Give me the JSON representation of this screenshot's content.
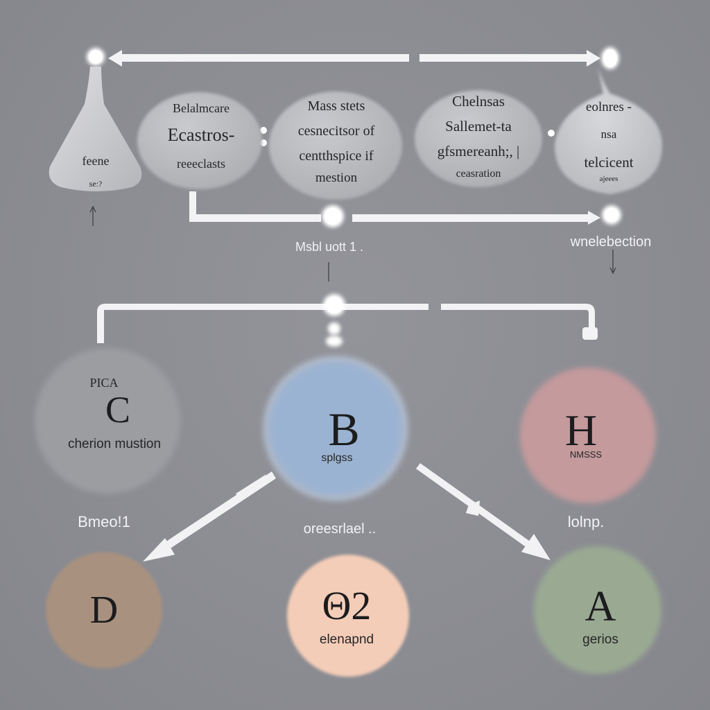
{
  "top_nodes": [
    {
      "id": "flask",
      "lines": [
        "feene",
        "se:?"
      ]
    },
    {
      "id": "node-1",
      "lines": [
        "Belalmcare",
        "Ecastros-",
        "reeeclasts"
      ]
    },
    {
      "id": "node-2",
      "lines": [
        "Mass stets",
        "cesnecitsor of",
        "centthspice if",
        "mestion"
      ]
    },
    {
      "id": "node-3",
      "lines": [
        "Chelnsas",
        "Sallemet-ta",
        "gfsmereanh;, |",
        "ceasration"
      ]
    },
    {
      "id": "node-4",
      "lines": [
        "eolnres -",
        "nsa",
        "telcicent",
        "ajeees"
      ]
    }
  ],
  "annotations": [
    {
      "id": "mid-label",
      "text": "Msbl uott 1 ."
    },
    {
      "id": "right-label",
      "text": "wnelebection"
    },
    {
      "id": "left-bottom-label",
      "text": "Bmeo!1"
    },
    {
      "id": "center-bottom-label",
      "text": "oreesrlael .."
    },
    {
      "id": "right-bottom-label",
      "text": "lolnp."
    }
  ],
  "circles": [
    {
      "id": "c",
      "top_label": "PICA",
      "letter": "C",
      "caption": "cherion mustion",
      "color": "#9b9da1"
    },
    {
      "id": "b",
      "top_label": "",
      "letter": "B",
      "caption": "splgss",
      "color": "#9bb3d2"
    },
    {
      "id": "h",
      "top_label": "",
      "letter": "H",
      "caption": "NMSSS",
      "color": "#c49a9c"
    },
    {
      "id": "d",
      "top_label": "",
      "letter": "D",
      "caption": "",
      "color": "#a8917f"
    },
    {
      "id": "e",
      "top_label": "",
      "letter": "Θ2",
      "caption": "elenapnd",
      "color": "#f4cdb8"
    },
    {
      "id": "a",
      "top_label": "",
      "letter": "A",
      "caption": "gerios",
      "color": "#9aaa92"
    }
  ]
}
